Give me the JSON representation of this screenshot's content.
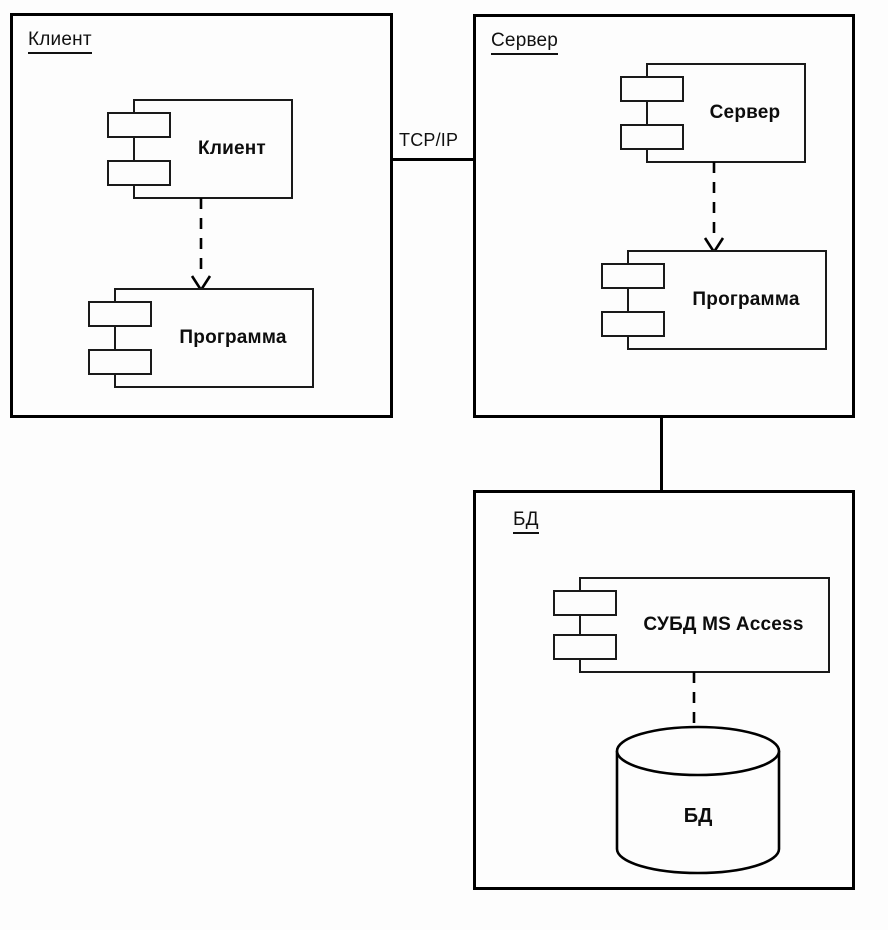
{
  "diagram": {
    "type": "uml-deployment-diagram",
    "title": "",
    "stroke_color": "#000000",
    "fill_color": "#fdfdfd",
    "background": "#ffffff"
  },
  "packages": [
    {
      "id": "client",
      "label": "Клиент",
      "components": [
        {
          "id": "client-client",
          "label": "Клиент"
        },
        {
          "id": "client-program",
          "label": "Программа"
        }
      ],
      "dependency": {
        "from": "Клиент",
        "to": "Программа",
        "style": "dashed"
      }
    },
    {
      "id": "server",
      "label": "Сервер",
      "components": [
        {
          "id": "server-server",
          "label": "Сервер"
        },
        {
          "id": "server-program",
          "label": "Программа"
        }
      ],
      "dependency": {
        "from": "Сервер",
        "to": "Программа",
        "style": "dashed"
      }
    },
    {
      "id": "db",
      "label": "БД",
      "components": [
        {
          "id": "db-dbms",
          "label": "СУБД MS Access"
        }
      ],
      "datastore": {
        "id": "db-store",
        "label": "БД",
        "shape": "cylinder"
      },
      "dependency": {
        "from": "СУБД MS Access",
        "to": "БД",
        "style": "dashed"
      }
    }
  ],
  "connections": [
    {
      "id": "client-server-link",
      "from": "Клиент",
      "to": "Сервер",
      "label": "TCP/IP",
      "style": "solid"
    },
    {
      "id": "server-db-link",
      "from": "Сервер",
      "to": "БД",
      "label": "",
      "style": "solid"
    }
  ]
}
